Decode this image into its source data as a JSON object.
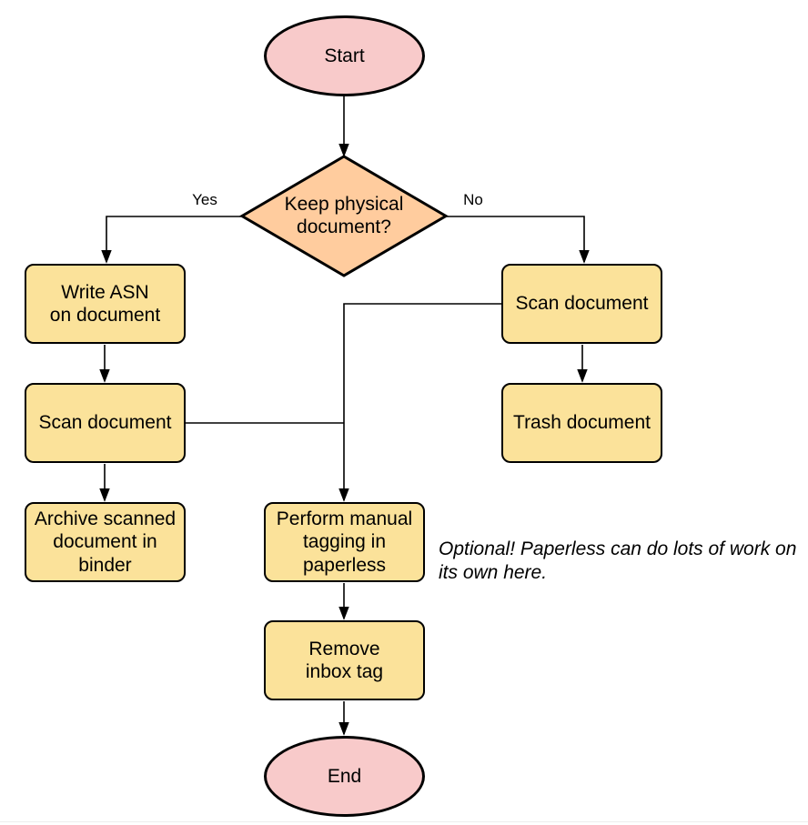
{
  "diagram": {
    "nodes": {
      "start": {
        "label": "Start",
        "shape": "terminator"
      },
      "decision": {
        "label": "Keep physical\ndocument?",
        "shape": "decision"
      },
      "write_asn": {
        "label": "Write ASN\non document",
        "shape": "process"
      },
      "scan_left": {
        "label": "Scan document",
        "shape": "process"
      },
      "archive": {
        "label": "Archive scanned\ndocument in\nbinder",
        "shape": "process"
      },
      "scan_right": {
        "label": "Scan document",
        "shape": "process"
      },
      "trash": {
        "label": "Trash document",
        "shape": "process"
      },
      "tagging": {
        "label": "Perform manual\ntagging in\npaperless",
        "shape": "process"
      },
      "remove_inbox": {
        "label": "Remove\ninbox tag",
        "shape": "process"
      },
      "end": {
        "label": "End",
        "shape": "terminator"
      }
    },
    "edge_labels": {
      "yes": "Yes",
      "no": "No"
    },
    "note": {
      "text": "Optional! Paperless can do lots of work on\nits own here."
    },
    "colors": {
      "terminator_fill": "#F8CACA",
      "decision_fill": "#FFCC9E",
      "process_fill": "#FBE29A",
      "stroke": "#000000"
    }
  }
}
